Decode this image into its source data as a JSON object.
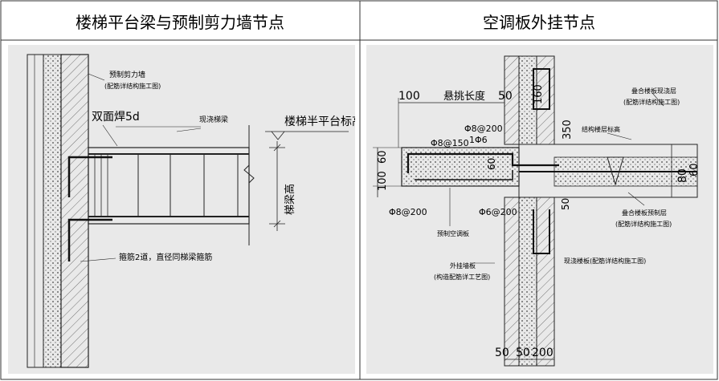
{
  "headers": {
    "left": "楼梯平台梁与预制剪力墙节点",
    "right": "空调板外挂节点"
  },
  "left_diagram": {
    "wall_note_line1": "预制剪力墙",
    "wall_note_line2": "(配筋详结构施工图)",
    "weld_label": "双面焊5d",
    "beam_label": "现浇梯梁",
    "platform_elevation": "楼梯半平台标高",
    "beam_height": "梯梁高",
    "stirrup_note": "箍筋2道，直径同梯梁箍筋"
  },
  "right_diagram": {
    "dim_100_top": "100",
    "overhang_length": "悬挑长度",
    "dim_50_top": "50",
    "dim_350": "350",
    "dim_160": "160",
    "rebar_phi8_200_top": "Φ8@200",
    "rebar_phi8_150": "Φ8@150",
    "rebar_1phi6": "1Φ6",
    "struct_floor_height": "结构楼层标高",
    "dim_60_left": "60",
    "dim_100_left": "100",
    "dim_60_mid": "60",
    "rebar_phi8_200_bottom": "Φ8@200",
    "rebar_phi6_200": "Φ6@200",
    "precast_ac_board": "预制空调板",
    "outer_hanging_board": "外挂墙板",
    "outer_hanging_board_note": "(构造配筋详工艺图)",
    "composite_slab_top": "叠合楼板现浇层",
    "composite_slab_top_note": "(配筋详结构施工图)",
    "composite_slab_bottom": "叠合楼板预制层",
    "composite_slab_bottom_note": "(配筋详结构施工图)",
    "cast_slab_note": "现浇楼板(配筋详结构施工图)",
    "dim_80": "80",
    "dim_60_right": "60",
    "dim_50_right": "50",
    "dim_bottom_50a": "50",
    "dim_bottom_50b": "50",
    "dim_bottom_200": "200"
  }
}
